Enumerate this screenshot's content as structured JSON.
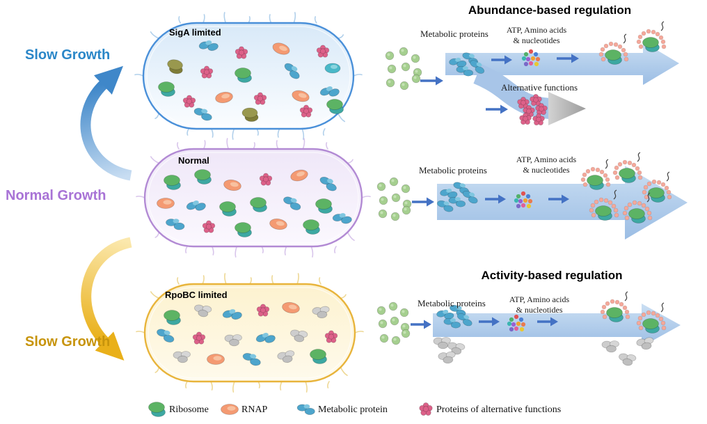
{
  "figure": {
    "headings": {
      "abundance": "Abundance-based regulation",
      "activity": "Activity-based regulation"
    },
    "growth": {
      "slow_top": "Slow Growth",
      "normal": "Normal Growth",
      "slow_bottom": "Slow Growth"
    },
    "cells": {
      "siga": {
        "label": "SigA limited"
      },
      "normal": {
        "label": "Normal"
      },
      "rpobc": {
        "label": "RpoBC limited"
      }
    },
    "flow": {
      "metabolic_proteins": "Metabolic proteins",
      "atp": "ATP, Amino acids\n& nucleotides",
      "alternative_functions": "Alternative functions"
    },
    "legend": [
      {
        "key": "ribosome",
        "label": "Ribosome"
      },
      {
        "key": "rnap",
        "label": "RNAP"
      },
      {
        "key": "metabolic",
        "label": "Metabolic protein"
      },
      {
        "key": "altfn",
        "label": "Proteins of alternative functions"
      }
    ],
    "colors": {
      "growth_slow_top": "#2b87c8",
      "growth_normal": "#a873d6",
      "growth_slow_bottom": "#c7940c",
      "cell_siga_border": "#4a90d9",
      "cell_normal_border": "#b28ad4",
      "cell_rpobc_border": "#e8b43b",
      "ribosome1": "#5cb364",
      "ribosome2": "#3da8a2",
      "rnap": "#f49a72",
      "rnap2": "#f8c1a0",
      "metabolic": "#4da5cc",
      "metabolic2": "#7fc6e0",
      "altfn": "#dd6189",
      "olive": "#99984e",
      "teal": "#49b8c8",
      "greendot": "#a5cf8f",
      "arrow_small": "#4472c4",
      "big_arrow_light": "#cbdff3",
      "big_arrow_dark": "#9bbde4",
      "dot_colors": [
        "#e05252",
        "#4a7fd4",
        "#53b06a",
        "#f0a030",
        "#9a5fd0",
        "#e97b4f",
        "#3ab5b0",
        "#e05f9a",
        "#e8c832",
        "#7a68c8"
      ]
    },
    "molecules": {
      "siga_cell": [
        [
          "metabolic",
          300,
          66,
          -15
        ],
        [
          "altfn",
          347,
          76,
          0
        ],
        [
          "rnap",
          404,
          70,
          20
        ],
        [
          "altfn",
          464,
          74,
          0
        ],
        [
          "olive",
          252,
          96,
          10
        ],
        [
          "altfn",
          297,
          104,
          0
        ],
        [
          "ribosome",
          350,
          108,
          0
        ],
        [
          "metabolic",
          420,
          102,
          30
        ],
        [
          "teal",
          478,
          98,
          0
        ],
        [
          "ribosome",
          240,
          128,
          0
        ],
        [
          "altfn",
          272,
          146,
          0
        ],
        [
          "rnap",
          322,
          140,
          -10
        ],
        [
          "altfn",
          374,
          142,
          0
        ],
        [
          "rnap",
          432,
          138,
          15
        ],
        [
          "metabolic",
          474,
          132,
          -20
        ],
        [
          "metabolic",
          292,
          164,
          10
        ],
        [
          "olive",
          360,
          165,
          0
        ],
        [
          "altfn",
          440,
          160,
          0
        ],
        [
          "ribosome",
          482,
          153,
          0
        ]
      ],
      "normal_cell": [
        [
          "ribosome",
          248,
          262,
          0
        ],
        [
          "ribosome",
          292,
          254,
          0
        ],
        [
          "rnap",
          334,
          266,
          10
        ],
        [
          "altfn",
          382,
          258,
          0
        ],
        [
          "rnap",
          430,
          252,
          -15
        ],
        [
          "metabolic",
          472,
          264,
          20
        ],
        [
          "rnap",
          238,
          292,
          0
        ],
        [
          "metabolic",
          282,
          296,
          -20
        ],
        [
          "ribosome",
          328,
          300,
          0
        ],
        [
          "ribosome",
          372,
          294,
          0
        ],
        [
          "metabolic",
          420,
          292,
          15
        ],
        [
          "ribosome",
          466,
          296,
          0
        ],
        [
          "metabolic",
          252,
          322,
          0
        ],
        [
          "altfn",
          300,
          326,
          0
        ],
        [
          "ribosome",
          350,
          330,
          0
        ],
        [
          "rnap",
          400,
          322,
          10
        ],
        [
          "ribosome",
          448,
          326,
          0
        ],
        [
          "metabolic",
          492,
          314,
          -10
        ]
      ],
      "rpobc_cell": [
        [
          "ribosome",
          248,
          456,
          0
        ],
        [
          "gray",
          292,
          446,
          10
        ],
        [
          "metabolic",
          334,
          452,
          -15
        ],
        [
          "altfn",
          378,
          446,
          0
        ],
        [
          "rnap",
          418,
          442,
          10
        ],
        [
          "gray",
          462,
          448,
          -5
        ],
        [
          "metabolic",
          238,
          482,
          15
        ],
        [
          "altfn",
          286,
          486,
          0
        ],
        [
          "gray",
          336,
          488,
          0
        ],
        [
          "metabolic",
          382,
          486,
          -20
        ],
        [
          "gray",
          430,
          482,
          10
        ],
        [
          "altfn",
          476,
          484,
          0
        ],
        [
          "gray",
          262,
          512,
          0
        ],
        [
          "rnap",
          310,
          516,
          0
        ],
        [
          "metabolic",
          362,
          516,
          10
        ],
        [
          "gray",
          412,
          512,
          -10
        ],
        [
          "ribosome",
          458,
          512,
          0
        ]
      ],
      "flow_top": [
        [
          "greendot",
          560,
          80
        ],
        [
          "greendot",
          580,
          74
        ],
        [
          "greendot",
          597,
          84
        ],
        [
          "greendot",
          563,
          99
        ],
        [
          "greendot",
          583,
          96
        ],
        [
          "greendot",
          600,
          104
        ],
        [
          "greendot",
          561,
          119
        ],
        [
          "greendot",
          581,
          123
        ],
        [
          "greendot",
          598,
          113
        ],
        [
          "metabolic",
          658,
          90,
          -10,
          0.9
        ],
        [
          "metabolic",
          676,
          84,
          15,
          0.9
        ],
        [
          "metabolic",
          668,
          102,
          0,
          0.9
        ],
        [
          "metabolic",
          686,
          96,
          25,
          0.9
        ],
        [
          "mdots",
          763,
          82
        ],
        [
          "trans",
          882,
          82
        ],
        [
          "trans",
          936,
          64
        ],
        [
          "altfn",
          752,
          148,
          0,
          0.95
        ],
        [
          "altfn",
          770,
          144,
          0,
          0.95
        ],
        [
          "altfn",
          760,
          160,
          0,
          0.95
        ],
        [
          "altfn",
          778,
          157,
          0,
          0.95
        ],
        [
          "altfn",
          755,
          171,
          0,
          0.95
        ],
        [
          "altfn",
          774,
          172,
          0,
          0.95
        ]
      ],
      "flow_middle": [
        [
          "greendot",
          548,
          268
        ],
        [
          "greendot",
          566,
          261
        ],
        [
          "greendot",
          583,
          271
        ],
        [
          "greendot",
          551,
          288
        ],
        [
          "greendot",
          569,
          284
        ],
        [
          "greendot",
          585,
          293
        ],
        [
          "greendot",
          550,
          307
        ],
        [
          "greendot",
          568,
          311
        ],
        [
          "greendot",
          584,
          302
        ],
        [
          "metabolic",
          645,
          278,
          -10,
          0.9
        ],
        [
          "metabolic",
          663,
          270,
          15,
          0.9
        ],
        [
          "metabolic",
          657,
          290,
          0,
          0.9
        ],
        [
          "metabolic",
          676,
          283,
          20,
          0.9
        ],
        [
          "metabolic",
          640,
          296,
          10,
          0.9
        ],
        [
          "mdots",
          752,
          286
        ],
        [
          "trans",
          856,
          262
        ],
        [
          "trans",
          902,
          252
        ],
        [
          "trans",
          944,
          280
        ],
        [
          "trans",
          868,
          306
        ],
        [
          "trans",
          916,
          310
        ]
      ],
      "flow_bottom": [
        [
          "greendot",
          548,
          446
        ],
        [
          "greendot",
          565,
          440
        ],
        [
          "greendot",
          581,
          449
        ],
        [
          "greendot",
          550,
          465
        ],
        [
          "greendot",
          567,
          461
        ],
        [
          "greendot",
          582,
          470
        ],
        [
          "greendot",
          552,
          486
        ],
        [
          "greendot",
          569,
          489
        ],
        [
          "greendot",
          583,
          479
        ],
        [
          "metabolic",
          640,
          452,
          -10,
          0.9
        ],
        [
          "metabolic",
          658,
          446,
          10,
          0.9
        ],
        [
          "metabolic",
          650,
          464,
          0,
          0.9
        ],
        [
          "metabolic",
          668,
          459,
          20,
          0.9
        ],
        [
          "gray",
          636,
          492,
          0
        ],
        [
          "gray",
          656,
          500,
          10
        ],
        [
          "gray",
          643,
          513,
          -5
        ],
        [
          "mdots",
          742,
          463
        ],
        [
          "trans",
          884,
          452
        ],
        [
          "trans",
          936,
          468
        ],
        [
          "gray",
          878,
          497,
          0
        ],
        [
          "gray",
          902,
          516,
          10
        ],
        [
          "gray",
          928,
          493,
          -8
        ]
      ]
    }
  }
}
